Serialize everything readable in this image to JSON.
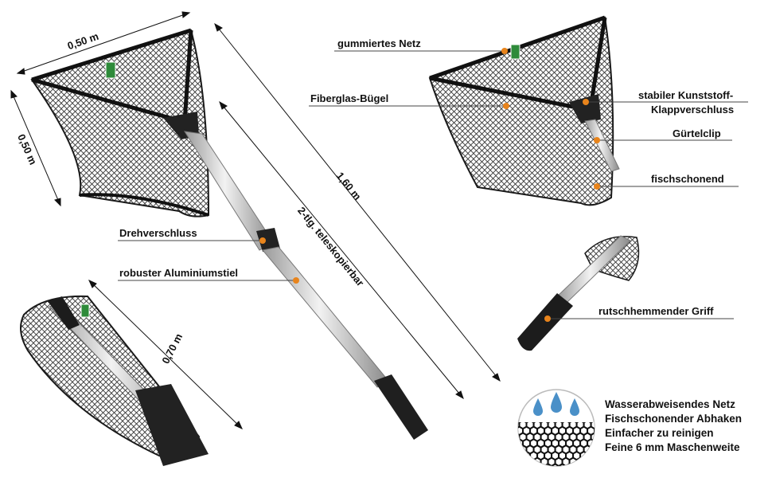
{
  "dimensions": {
    "width_top": "0,50 m",
    "height_left": "0,50 m",
    "total_length": "1,60 m",
    "folded_length": "0,70 m",
    "telescopic": "2-tlg. teleskopierbar"
  },
  "callouts": {
    "drehverschluss": "Drehverschluss",
    "aluminiumstiel": "robuster Aluminiumstiel",
    "gummiertes_netz": "gummiertes Netz",
    "fiberglas_buegel": "Fiberglas-Bügel",
    "klappverschluss_line1": "stabiler Kunststoff-",
    "klappverschluss_line2": "Klappverschluss",
    "guertelclip": "Gürtelclip",
    "fischschonend": "fischschonend",
    "griff": "rutschhemmender Griff"
  },
  "features": [
    "Wasserabweisendes Netz",
    "Fischschonender Abhaken",
    "Einfacher zu reinigen",
    "Feine 6 mm Maschenweite"
  ],
  "colors": {
    "accent_dot": "#e8841c",
    "water_drop": "#4a90c8",
    "handle": "#1c1c1c",
    "net": "#2a2a2a"
  }
}
